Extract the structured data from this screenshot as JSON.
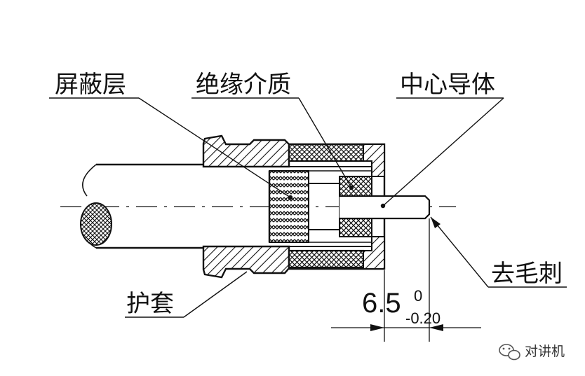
{
  "labels": {
    "shield": "屏蔽层",
    "dielectric": "绝缘介质",
    "center_conductor": "中心导体",
    "deburr": "去毛刺",
    "jacket": "护套"
  },
  "dimension": {
    "value": "6.5",
    "upper_tol": "0",
    "lower_tol": "-0.20"
  },
  "watermark": {
    "text": "对讲机"
  },
  "colors": {
    "line": "#111111",
    "background": "#ffffff"
  }
}
